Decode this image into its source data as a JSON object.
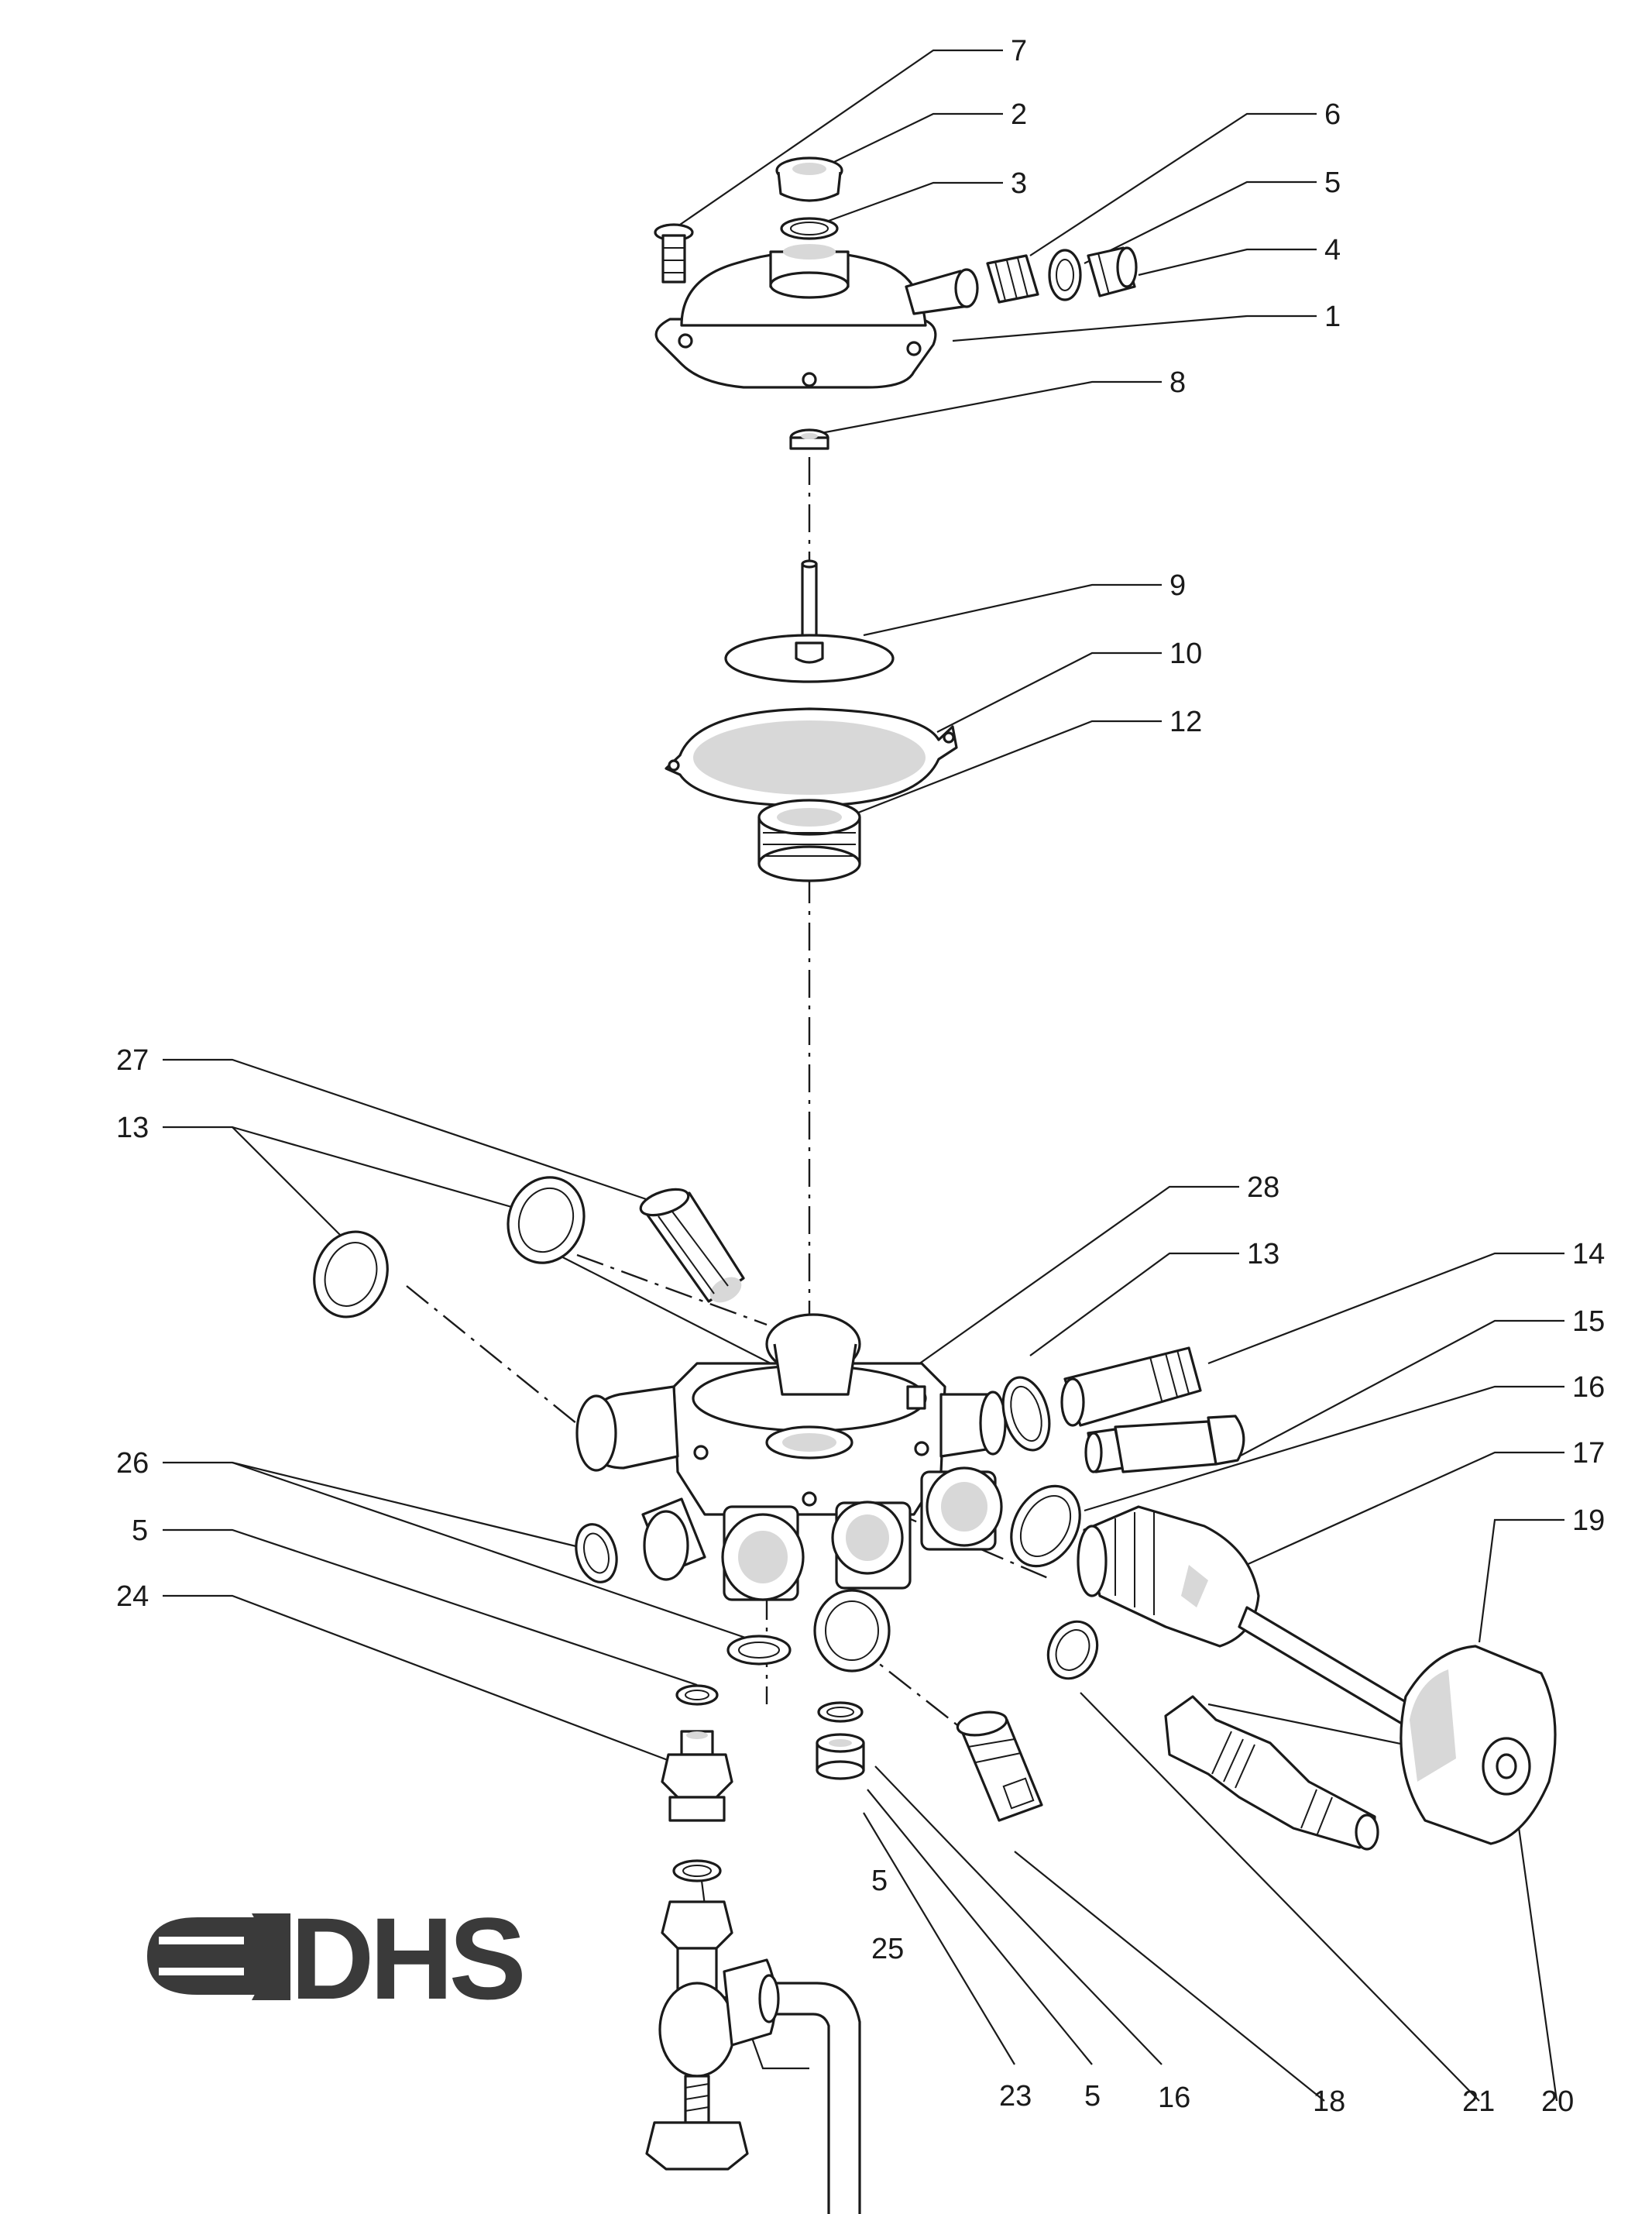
{
  "logo": {
    "text": "DHS"
  },
  "labels": [
    "7",
    "2",
    "3",
    "6",
    "5",
    "4",
    "1",
    "8",
    "9",
    "10",
    "12",
    "27",
    "13",
    "28",
    "13",
    "14",
    "15",
    "16",
    "17",
    "19",
    "26",
    "5",
    "24",
    "5",
    "25",
    "23",
    "5",
    "16",
    "18",
    "21",
    "20"
  ]
}
